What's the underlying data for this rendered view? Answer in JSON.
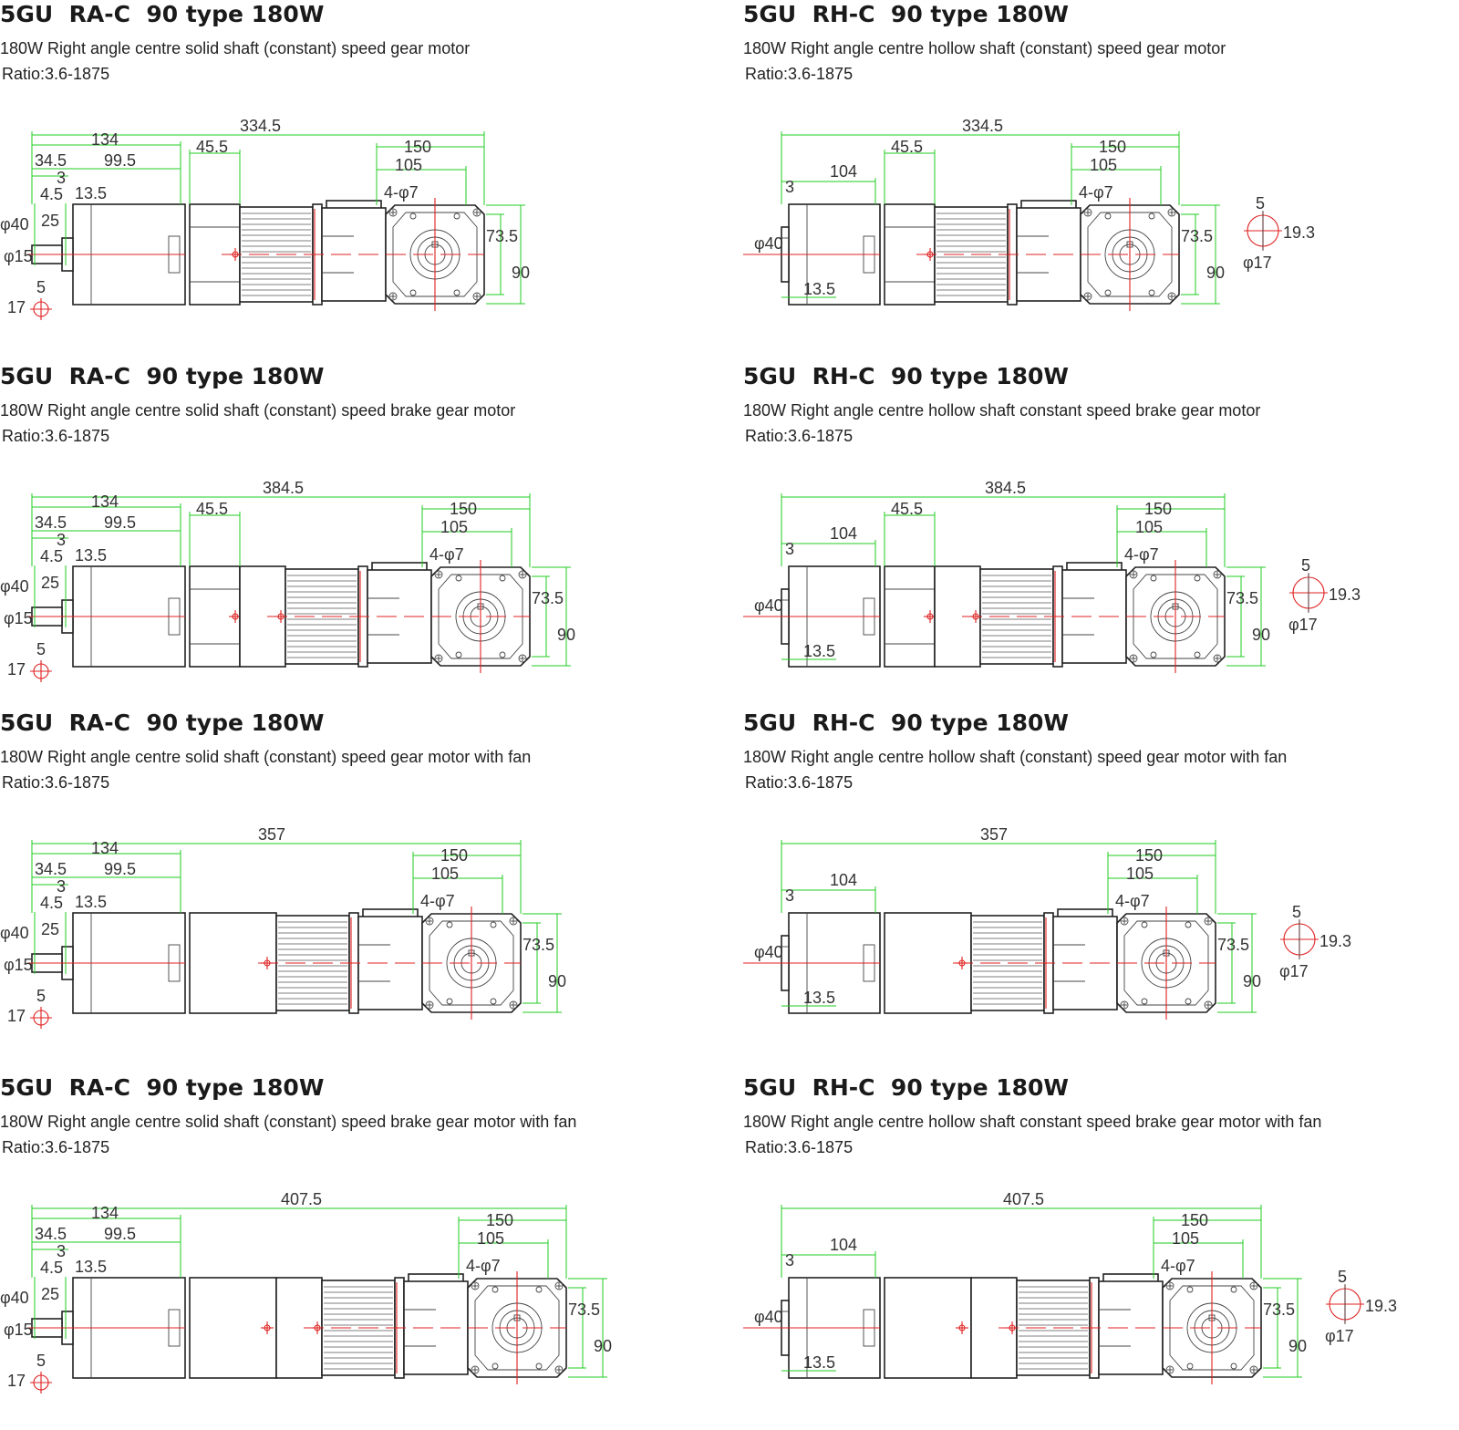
{
  "panels": [
    {
      "title": "5GU  RA-C  90 type 180W",
      "subtitle": "180W Right angle centre solid shaft (constant) speed gear motor",
      "ratio": "Ratio:3.6-1875",
      "type": "solid",
      "brake": false,
      "fan": false,
      "dims": {
        "overall": "334.5",
        "head": "134",
        "shaft_offset": "34.5",
        "head_body": "99.5",
        "key_w": "3",
        "key_h": "4.5",
        "flange_t": "13.5",
        "boss_dia": "φ40",
        "shaft_len": "25",
        "shaft_dia": "φ15",
        "key_width": "5",
        "key_depth": "17",
        "section": "45.5",
        "motor_len": "150",
        "hole_pitch": "105",
        "holes": "4-φ7",
        "pcd": "73.5",
        "frame": "90"
      }
    },
    {
      "title": "5GU  RH-C  90 type 180W",
      "subtitle": "180W Right angle centre hollow shaft (constant) speed gear motor",
      "ratio": "Ratio:3.6-1875",
      "type": "hollow",
      "brake": false,
      "fan": false,
      "dims": {
        "overall": "334.5",
        "head": "104",
        "key_w": "3",
        "flange_t": "13.5",
        "boss_dia": "φ40",
        "section": "45.5",
        "motor_len": "150",
        "hole_pitch": "105",
        "holes": "4-φ7",
        "pcd": "73.5",
        "frame": "90",
        "key_width": "5",
        "bore_depth": "19.3",
        "bore_dia": "φ17"
      }
    },
    {
      "title": "5GU  RA-C  90 type 180W",
      "subtitle": "180W Right angle centre solid shaft (constant) speed brake gear motor",
      "ratio": "Ratio:3.6-1875",
      "type": "solid",
      "brake": true,
      "fan": false,
      "dims": {
        "overall": "384.5",
        "head": "134",
        "shaft_offset": "34.5",
        "head_body": "99.5",
        "key_w": "3",
        "key_h": "4.5",
        "flange_t": "13.5",
        "boss_dia": "φ40",
        "shaft_len": "25",
        "shaft_dia": "φ15",
        "key_width": "5",
        "key_depth": "17",
        "section": "45.5",
        "motor_len": "150",
        "hole_pitch": "105",
        "holes": "4-φ7",
        "pcd": "73.5",
        "frame": "90"
      }
    },
    {
      "title": "5GU  RH-C  90 type 180W",
      "subtitle": "180W Right angle centre hollow shaft constant speed brake gear motor",
      "ratio": "Ratio:3.6-1875",
      "type": "hollow",
      "brake": true,
      "fan": false,
      "dims": {
        "overall": "384.5",
        "head": "104",
        "key_w": "3",
        "flange_t": "13.5",
        "boss_dia": "φ40",
        "section": "45.5",
        "motor_len": "150",
        "hole_pitch": "105",
        "holes": "4-φ7",
        "pcd": "73.5",
        "frame": "90",
        "key_width": "5",
        "bore_depth": "19.3",
        "bore_dia": "φ17"
      }
    },
    {
      "title": "5GU  RA-C  90 type 180W",
      "subtitle": "180W Right angle centre solid shaft (constant) speed gear motor with fan",
      "ratio": "Ratio:3.6-1875",
      "type": "solid",
      "brake": false,
      "fan": true,
      "dims": {
        "overall": "357",
        "head": "134",
        "shaft_offset": "34.5",
        "head_body": "99.5",
        "key_w": "3",
        "key_h": "4.5",
        "flange_t": "13.5",
        "boss_dia": "φ40",
        "shaft_len": "25",
        "shaft_dia": "φ15",
        "key_width": "5",
        "key_depth": "17",
        "motor_len": "150",
        "hole_pitch": "105",
        "holes": "4-φ7",
        "pcd": "73.5",
        "frame": "90"
      }
    },
    {
      "title": "5GU  RH-C  90 type 180W",
      "subtitle": "180W Right angle centre hollow shaft (constant) speed gear motor with fan",
      "ratio": "Ratio:3.6-1875",
      "type": "hollow",
      "brake": false,
      "fan": true,
      "dims": {
        "overall": "357",
        "head": "104",
        "key_w": "3",
        "flange_t": "13.5",
        "boss_dia": "φ40",
        "motor_len": "150",
        "hole_pitch": "105",
        "holes": "4-φ7",
        "pcd": "73.5",
        "frame": "90",
        "key_width": "5",
        "bore_depth": "19.3",
        "bore_dia": "φ17"
      }
    },
    {
      "title": "5GU  RA-C  90 type 180W",
      "subtitle": "180W Right angle centre solid shaft (constant) speed brake gear motor with fan",
      "ratio": "Ratio:3.6-1875",
      "type": "solid",
      "brake": true,
      "fan": true,
      "dims": {
        "overall": "407.5",
        "head": "134",
        "shaft_offset": "34.5",
        "head_body": "99.5",
        "key_w": "3",
        "key_h": "4.5",
        "flange_t": "13.5",
        "boss_dia": "φ40",
        "shaft_len": "25",
        "shaft_dia": "φ15",
        "key_width": "5",
        "key_depth": "17",
        "motor_len": "150",
        "hole_pitch": "105",
        "holes": "4-φ7",
        "pcd": "73.5",
        "frame": "90"
      }
    },
    {
      "title": "5GU  RH-C  90 type 180W",
      "subtitle": "180W Right angle centre hollow shaft constant speed brake gear motor with fan",
      "ratio": "Ratio:3.6-1875",
      "type": "hollow",
      "brake": true,
      "fan": true,
      "dims": {
        "overall": "407.5",
        "head": "104",
        "key_w": "3",
        "flange_t": "13.5",
        "boss_dia": "φ40",
        "motor_len": "150",
        "hole_pitch": "105",
        "holes": "4-φ7",
        "pcd": "73.5",
        "frame": "90",
        "key_width": "5",
        "bore_depth": "19.3",
        "bore_dia": "φ17"
      }
    }
  ]
}
